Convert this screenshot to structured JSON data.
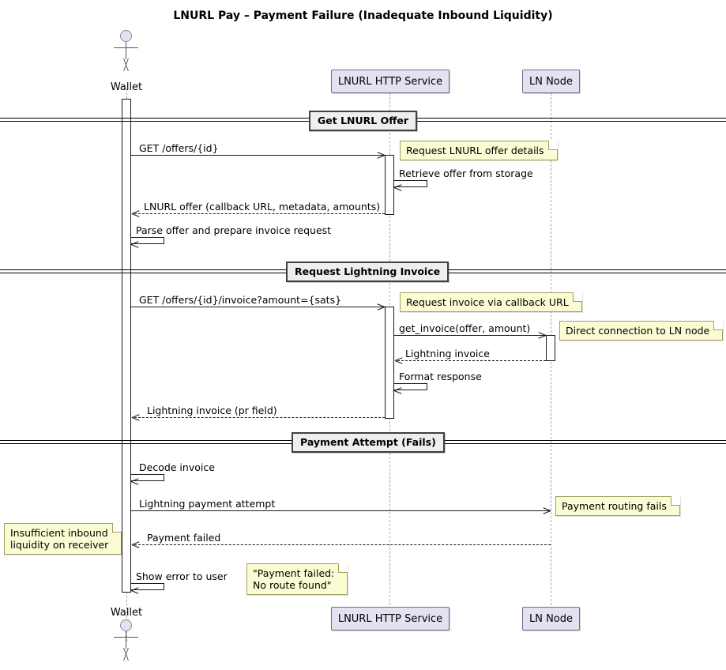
{
  "title": "LNURL Pay – Payment Failure (Inadequate Inbound Liquidity)",
  "participants": [
    {
      "id": "wallet",
      "label": "Wallet",
      "type": "actor"
    },
    {
      "id": "service",
      "label": "LNURL HTTP Service",
      "type": "participant"
    },
    {
      "id": "lnnode",
      "label": "LN Node",
      "type": "participant"
    }
  ],
  "sections": [
    {
      "id": "sec1",
      "label": "Get LNURL Offer"
    },
    {
      "id": "sec2",
      "label": "Request Lightning Invoice"
    },
    {
      "id": "sec3",
      "label": "Payment Attempt (Fails)"
    }
  ],
  "messages": [
    {
      "id": "m1",
      "label": "GET /offers/{id}",
      "from": "wallet",
      "to": "service",
      "style": "solid",
      "dir": "right"
    },
    {
      "id": "m2",
      "label": "Retrieve offer from storage",
      "from": "service",
      "to": "service",
      "style": "solid",
      "dir": "self"
    },
    {
      "id": "m3",
      "label": "LNURL offer (callback URL, metadata, amounts)",
      "from": "service",
      "to": "wallet",
      "style": "dashed",
      "dir": "left"
    },
    {
      "id": "m4",
      "label": "Parse offer and prepare invoice request",
      "from": "wallet",
      "to": "wallet",
      "style": "solid",
      "dir": "self"
    },
    {
      "id": "m5",
      "label": "GET /offers/{id}/invoice?amount={sats}",
      "from": "wallet",
      "to": "service",
      "style": "solid",
      "dir": "right"
    },
    {
      "id": "m6",
      "label": "get_invoice(offer, amount)",
      "from": "service",
      "to": "lnnode",
      "style": "solid",
      "dir": "right"
    },
    {
      "id": "m7",
      "label": "Lightning invoice",
      "from": "lnnode",
      "to": "service",
      "style": "dashed",
      "dir": "left"
    },
    {
      "id": "m8",
      "label": "Format response",
      "from": "service",
      "to": "service",
      "style": "solid",
      "dir": "self"
    },
    {
      "id": "m9",
      "label": "Lightning invoice (pr field)",
      "from": "service",
      "to": "wallet",
      "style": "dashed",
      "dir": "left"
    },
    {
      "id": "m10",
      "label": "Decode invoice",
      "from": "wallet",
      "to": "wallet",
      "style": "solid",
      "dir": "self"
    },
    {
      "id": "m11",
      "label": "Lightning payment attempt",
      "from": "wallet",
      "to": "lnnode",
      "style": "solid",
      "dir": "right"
    },
    {
      "id": "m12",
      "label": "Payment failed",
      "from": "lnnode",
      "to": "wallet",
      "style": "dashed",
      "dir": "left"
    },
    {
      "id": "m13",
      "label": "Show error to user",
      "from": "wallet",
      "to": "wallet",
      "style": "solid",
      "dir": "self"
    }
  ],
  "notes": [
    {
      "id": "n1",
      "text": "Request LNURL offer details"
    },
    {
      "id": "n2",
      "text": "Request invoice via callback URL"
    },
    {
      "id": "n3",
      "text": "Direct connection to LN node"
    },
    {
      "id": "n4",
      "text": "Payment routing fails"
    },
    {
      "id": "n5",
      "text": "Insufficient inbound\nliquidity on receiver"
    },
    {
      "id": "n6",
      "text": "\"Payment failed:\nNo route found\""
    }
  ],
  "colors": {
    "participant_fill": "#E2E2F0",
    "participant_border": "#6E6E8C",
    "note_fill": "#FBFBD4",
    "note_border": "#A0A060",
    "divider_fill": "#EEEEEE",
    "lifeline": "#A8A8A8",
    "line": "#1a1a1a",
    "background": "#FFFFFF"
  }
}
